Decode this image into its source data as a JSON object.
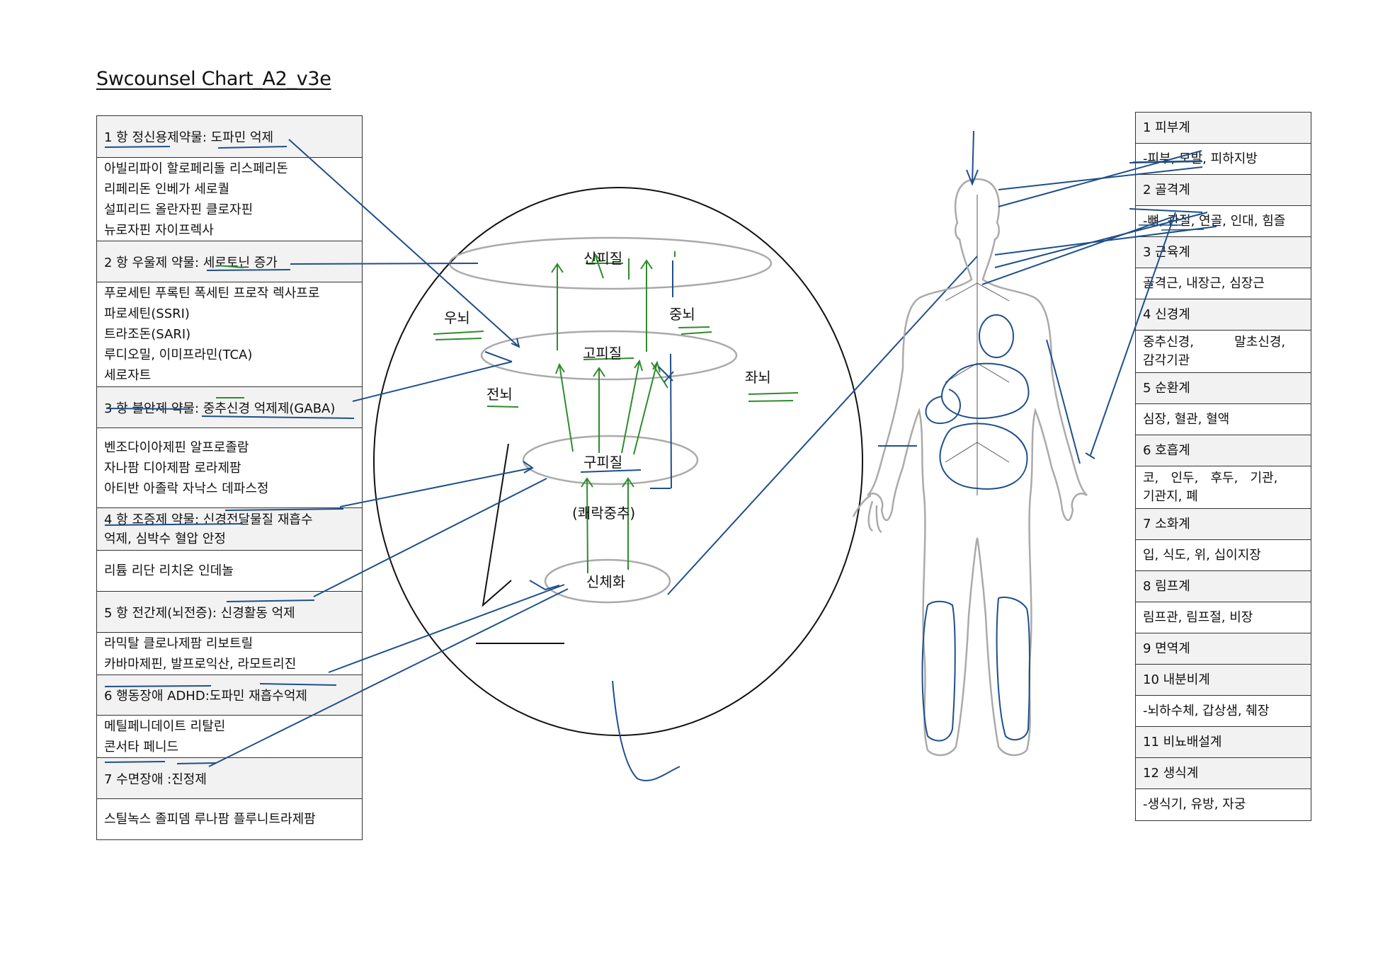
{
  "title": "Swcounsel Chart_A2_v3e",
  "left_table": [
    {
      "type": "header",
      "text": "1 항 정신용제약물: 도파민 억제"
    },
    {
      "type": "body",
      "lines": [
        "아빌리파이 할로페리돌 리스페리돈",
        "리페리돈 인베가 세로퀄",
        "설피리드 올란자핀 클로자핀",
        "뉴로자핀 자이프렉사"
      ]
    },
    {
      "type": "header",
      "text": "2 항 우울제 약물: 세로토닌 증가"
    },
    {
      "type": "body",
      "lines": [
        "푸로세틴 푸록틴 폭세틴 프로작 렉사프로",
        "파로세틴(SSRI)",
        "트라조돈(SARI)",
        "루디오밀, 이미프라민(TCA)",
        "세로자트"
      ]
    },
    {
      "type": "header",
      "text": "3 항 불안제 약물: 중추신경 억제제(GABA)"
    },
    {
      "type": "body",
      "lines": [
        "벤조다이아제핀 알프로졸람",
        "자나팜 디아제팜 로라제팜",
        "아티반 아졸락 자낙스 데파스정"
      ]
    },
    {
      "type": "header",
      "lines": [
        "4 항 조증제 약물: 신경전달물질 재흡수",
        "억제, 심박수 혈압 안정"
      ]
    },
    {
      "type": "body",
      "lines": [
        "리튬 리단 리치온 인데놀"
      ]
    },
    {
      "type": "header",
      "text": "5 항 전간제(뇌전증): 신경활동 억제"
    },
    {
      "type": "body",
      "lines": [
        "라믹탈 클로나제팜 리보트릴",
        "카바마제핀, 발프로익산, 라모트리진"
      ]
    },
    {
      "type": "header",
      "text": "6 행동장애 ADHD:도파민 재흡수억제"
    },
    {
      "type": "body",
      "lines": [
        "메틸페니데이트 리탈린",
        "콘서타 페니드"
      ]
    },
    {
      "type": "header",
      "text": "7 수면장애 :진정제"
    },
    {
      "type": "body",
      "lines": [
        "스틸녹스 졸피뎀 루나팜 플루니트라제팜"
      ]
    }
  ],
  "right_table": [
    {
      "type": "header",
      "text": "1 피부계"
    },
    {
      "type": "body",
      "lines": [
        "-피부, 모발, 피하지방"
      ]
    },
    {
      "type": "header",
      "text": "2 골격계"
    },
    {
      "type": "body",
      "lines": [
        "-뼈, 관절, 연골, 인대, 힘즐"
      ]
    },
    {
      "type": "header",
      "text": "3 근육계"
    },
    {
      "type": "body",
      "lines": [
        "골격근, 내장근, 심장근"
      ]
    },
    {
      "type": "header",
      "text": "4 신경계"
    },
    {
      "type": "body",
      "lines": [
        "중추신경,          말초신경,",
        "감각기관"
      ]
    },
    {
      "type": "header",
      "text": "5 순환계"
    },
    {
      "type": "body",
      "lines": [
        "심장, 혈관, 혈액"
      ]
    },
    {
      "type": "header",
      "text": "6 호흡계"
    },
    {
      "type": "body",
      "lines": [
        "코,   인두,   후두,   기관,",
        "기관지, 폐"
      ]
    },
    {
      "type": "header",
      "text": "7 소화계"
    },
    {
      "type": "body",
      "lines": [
        "입, 식도, 위, 십이지장"
      ]
    },
    {
      "type": "header",
      "text": "8 림프계"
    },
    {
      "type": "body",
      "lines": [
        "림프관, 림프절, 비장"
      ]
    },
    {
      "type": "header",
      "text": "9 면역계"
    },
    {
      "type": "header",
      "text": "10 내분비계"
    },
    {
      "type": "body",
      "lines": [
        "-뇌하수체, 갑상샘, 췌장"
      ]
    },
    {
      "type": "header",
      "text": "11 비뇨배설계"
    },
    {
      "type": "header",
      "text": "12 생식계"
    },
    {
      "type": "body",
      "lines": [
        "-생식기, 유방, 자궁"
      ]
    }
  ],
  "brain": {
    "layer1": "신피질",
    "layer2": "고피질",
    "layer3": "구피질",
    "layer3_sub": "(쾌락중추)",
    "layer4": "신체화",
    "right_brain": "우뇌",
    "mid_brain": "중뇌",
    "left_brain": "좌뇌",
    "fore_brain": "전뇌"
  },
  "colors": {
    "annotation_blue": "#1f4f8a",
    "annotation_green": "#2e8b2e",
    "ellipse_gray": "#aaaaaa",
    "header_bg": "#f2f2f2"
  }
}
